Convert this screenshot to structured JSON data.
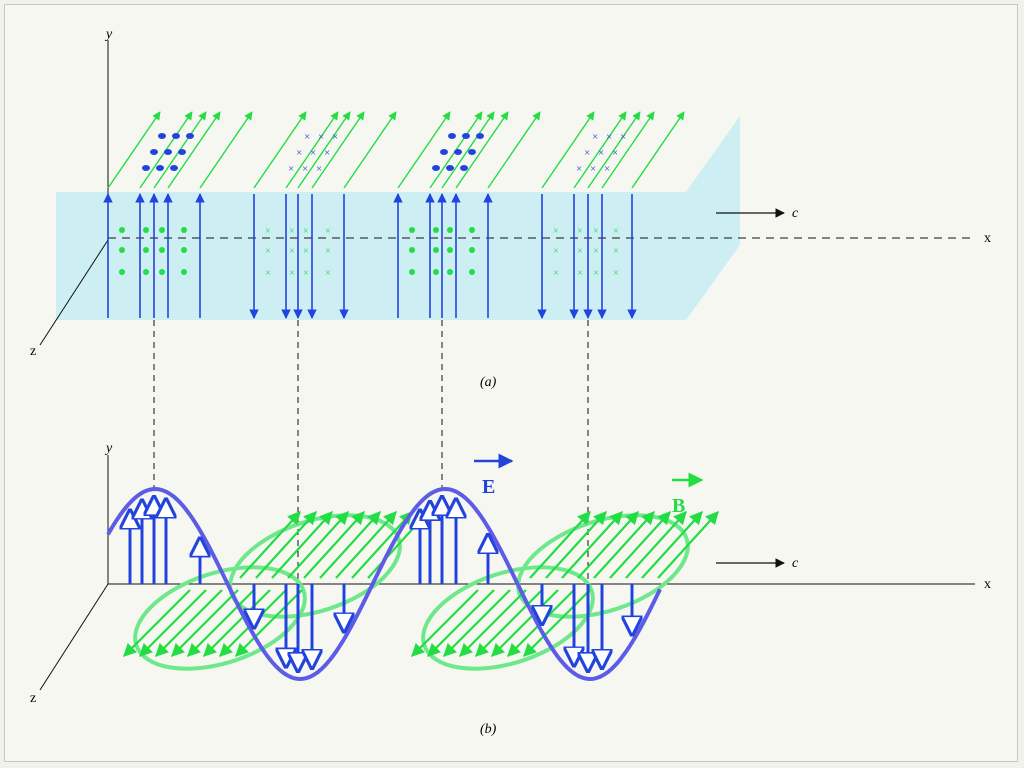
{
  "figure_a": {
    "caption": "(a)",
    "axes": {
      "y": "y",
      "x": "x",
      "z": "z"
    },
    "velocity_label": "c"
  },
  "figure_b": {
    "caption": "(b)",
    "axes": {
      "y": "y",
      "x": "x",
      "z": "z"
    },
    "velocity_label": "c",
    "e_label": "E",
    "b_label": "B"
  },
  "colors": {
    "electric": "#2244dd",
    "magnetic": "#22dd44",
    "slab": "#cdeef2",
    "e_curve": "#5c5ce6",
    "b_curve": "#6ee88a"
  }
}
